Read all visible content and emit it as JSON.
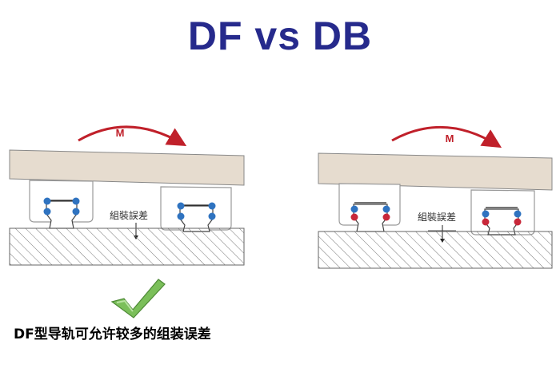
{
  "title": "DF vs DB",
  "colors": {
    "title": "#262a8c",
    "moment_arrow": "#c0202a",
    "block": "#e6dccf",
    "ball_df": "#2f73c0",
    "ball_db": "#c8283a",
    "check": "#7bbf5a"
  },
  "panels": [
    {
      "name": "DF",
      "moment_label": "M",
      "tolerance_label": "組裝誤差",
      "contact": "df"
    },
    {
      "name": "DB",
      "moment_label": "M",
      "tolerance_label": "組裝誤差",
      "contact": "db"
    }
  ],
  "caption": "DF型导轨可允许较多的组装误差",
  "check_icon": "check-mark-icon"
}
